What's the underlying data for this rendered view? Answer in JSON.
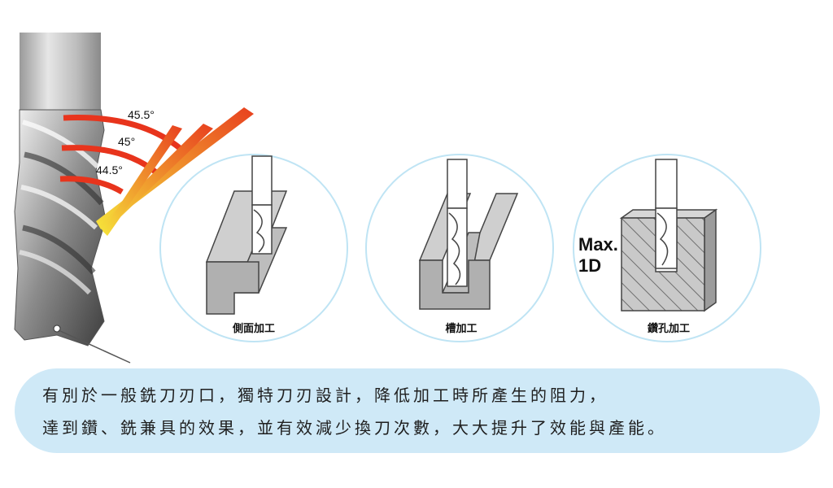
{
  "angles": [
    "45.5°",
    "45°",
    "44.5°"
  ],
  "operations": [
    {
      "label": "側面加工",
      "icon": "side-milling-icon"
    },
    {
      "label": "槽加工",
      "icon": "slot-milling-icon"
    },
    {
      "label": "鑽孔加工",
      "icon": "drilling-icon"
    }
  ],
  "drill_limit": {
    "line1": "Max.",
    "line2": "1D"
  },
  "caption": {
    "line1": "有別於一般銑刀刃口，獨特刀刃設計，降低加工時所產生的阻力，",
    "line2": "達到鑽、銑兼具的效果，並有效減少換刀次數，大大提升了效能與產能。"
  },
  "colors": {
    "arc": "#e8341c",
    "ray_from": "#f6e33a",
    "ray_to": "#e8401f",
    "circle": "#bfe4f4",
    "caption_bg": "#cfe9f7"
  }
}
